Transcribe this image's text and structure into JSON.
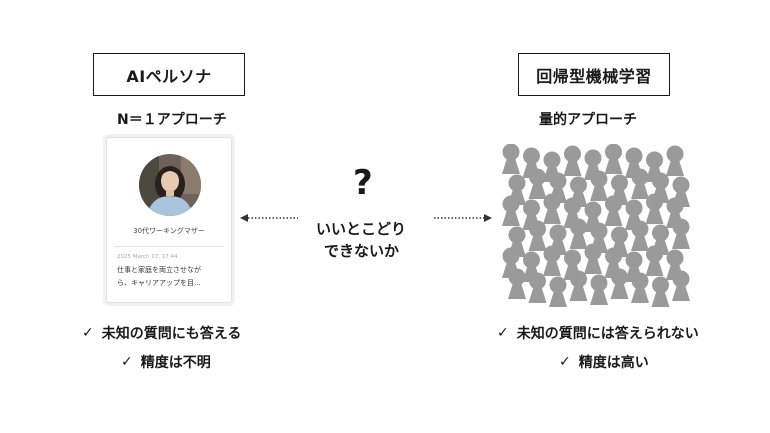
{
  "left": {
    "title": "AIペルソナ",
    "subtitle": "N＝１アプローチ",
    "card": {
      "role": "30代ワーキングマザー",
      "date": "2025 March 17, 17:44",
      "text_line_1": "仕事と家庭を両立させなが",
      "text_line_2": "ら、キャリアアップを目..."
    },
    "checks": [
      "未知の質問にも答える",
      "精度は不明"
    ]
  },
  "center": {
    "question_mark": "?",
    "line_1": "いいとこどり",
    "line_2": "できないか"
  },
  "right": {
    "title": "回帰型機械学習",
    "subtitle": "量的アプローチ",
    "checks": [
      "未知の質問には答えられない",
      "精度は高い"
    ]
  },
  "check_symbol": "✓",
  "colors": {
    "person_icon": "#9a9a9a",
    "border": "#1a1a1a",
    "arrow": "#333333"
  }
}
